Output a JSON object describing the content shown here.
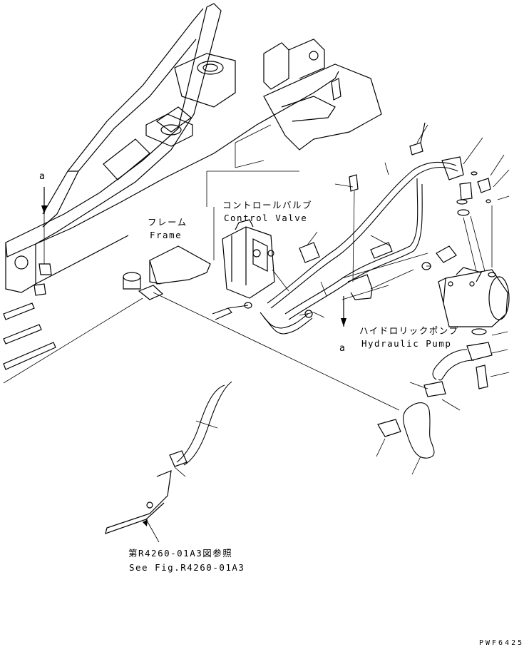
{
  "labels": {
    "frame_jp": "フレーム",
    "frame_en": "Frame",
    "control_valve_jp": "コントロールバルブ",
    "control_valve_en": "Control Valve",
    "pump_jp": "ハイドロリックポンプ",
    "pump_en": "Hydraulic Pump",
    "see_fig_jp": "第R4260-01A3図参照",
    "see_fig_en": "See Fig.R4260-01A3",
    "view_a_top": "a",
    "view_a_bottom": "a",
    "drawing_code": "PWF6425"
  }
}
